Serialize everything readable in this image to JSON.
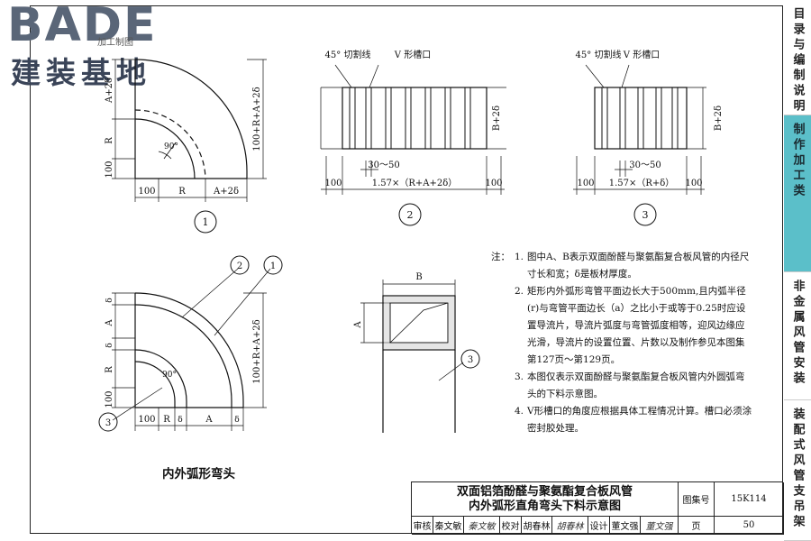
{
  "logo": {
    "brand": "BADE",
    "brand_zh": "建装基地",
    "scribble": "加工制图"
  },
  "side_nav": [
    {
      "label": "目录与编制说明"
    },
    {
      "label": "制作加工类"
    },
    {
      "label": "非金属风管安装"
    },
    {
      "label": "装配式风管支吊架"
    }
  ],
  "figure_labels": {
    "fig1": "1",
    "fig2": "2",
    "fig3": "3",
    "callout1": "1",
    "callout2": "2",
    "callout3": "3",
    "callout3b": "3"
  },
  "drawing_text": {
    "cut_line": "45° 切割线",
    "v_slot": "V 形槽口",
    "dim_100": "100",
    "dim_R": "R",
    "dim_A_plus_2d": "A+2δ",
    "dim_A": "A",
    "dim_delta": "δ",
    "angle_90": "90°",
    "dim_total": "100+R+A+2δ",
    "dim_b_plus_2d": "B+2δ",
    "dim_30_50": "30～50",
    "dim_157_a": "1.57×（R+A+2δ）",
    "dim_157_b": "1.57×（R+δ）",
    "dim_B": "B"
  },
  "caption": "内外弧形弯头",
  "notes": {
    "heading": "注：",
    "items": [
      {
        "n": "1.",
        "text": "图中A、B表示双面酚醛与聚氨酯复合板风管的内径尺寸长和宽；δ是板材厚度。"
      },
      {
        "n": "2.",
        "text": "矩形内外弧形弯管平面边长大于500mm,且内弧半径(r)与弯管平面边长（a）之比小于或等于0.25时应设置导流片，导流片弧度与弯管弧度相等，迎风边缘应光滑，导流片的设置位置、片数以及制作参见本图集第127页～第129页。"
      },
      {
        "n": "3.",
        "text": "本图仅表示双面酚醛与聚氨酯复合板风管内外圆弧弯头的下料示意图。"
      },
      {
        "n": "4.",
        "text": "V形槽口的角度应根据具体工程情况计算。槽口必须涂密封胶处理。"
      }
    ]
  },
  "title_block": {
    "title_line1": "双面铝箔酚醛与聚氨酯复合板风管",
    "title_line2": "内外弧形直角弯头下料示意图",
    "atlas_label": "图集号",
    "atlas_no": "15K114",
    "review_label": "审核",
    "review_name": "秦文敏",
    "review_sign": "秦文敏",
    "check_label": "校对",
    "check_name": "胡春林",
    "check_sign": "胡春林",
    "design_label": "设计",
    "design_name": "董文强",
    "design_sign": "董文强",
    "page_label": "页",
    "page_no": "50"
  }
}
